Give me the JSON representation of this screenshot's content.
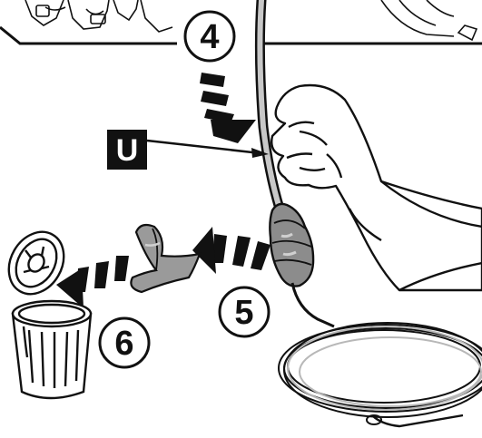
{
  "steps": {
    "step4": "4",
    "step5": "5",
    "step6": "6"
  },
  "callout": {
    "letter": "U"
  },
  "colors": {
    "ink": "#111111",
    "tape": "#9a9a9a",
    "sensor": "#8c8c8c",
    "line_shading": "#b8b8b8",
    "label_bg": "#111111",
    "label_text": "#ffffff"
  }
}
